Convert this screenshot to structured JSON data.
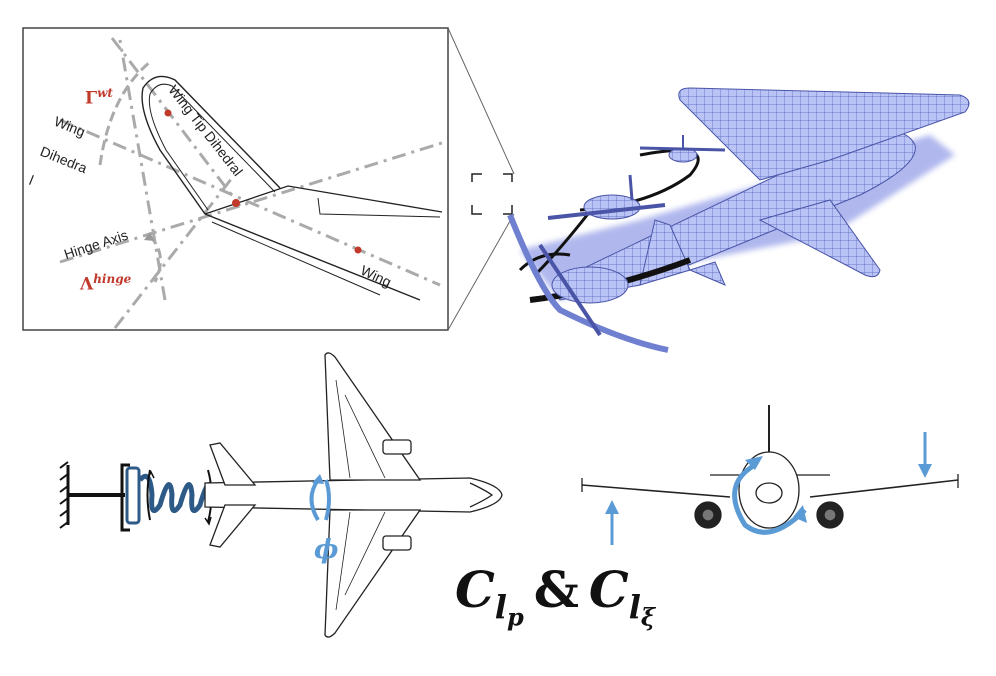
{
  "inset": {
    "gamma_symbol": "Γ",
    "gamma_sup": "wt",
    "lambda_symbol": "Λ",
    "lambda_sup": "hinge",
    "label_wing_dihedral_1": "Wing",
    "label_wing_dihedral_2": "Dihedra",
    "label_wing_dihedral_3": "l",
    "label_wing_tip_dihedral": "Wing Tip Dihedral",
    "label_hinge_axis": "Hinge Axis",
    "label_wing": "Wing"
  },
  "roll": {
    "phi": "ϕ"
  },
  "coefficients": {
    "c1": "C",
    "c1_sub": "l",
    "c1_subsub": "p",
    "amp": "&",
    "c2": "C",
    "c2_sub": "l",
    "c2_subsub": "ξ"
  },
  "colors": {
    "accent_blue": "#5b9bd5",
    "annotation_red": "#c0392b",
    "mesh_blue": "#9aa8e8"
  }
}
